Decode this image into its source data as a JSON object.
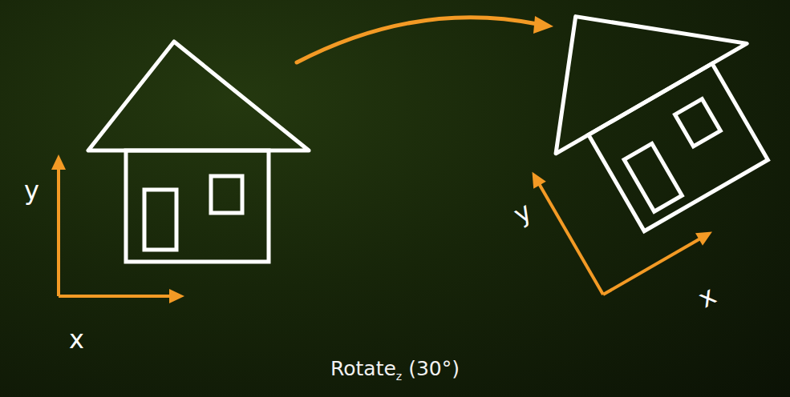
{
  "diagram": {
    "labels": [
      "y",
      "x",
      "y",
      "x",
      "Rotate",
      "z",
      "(30°)"
    ]
  }
}
